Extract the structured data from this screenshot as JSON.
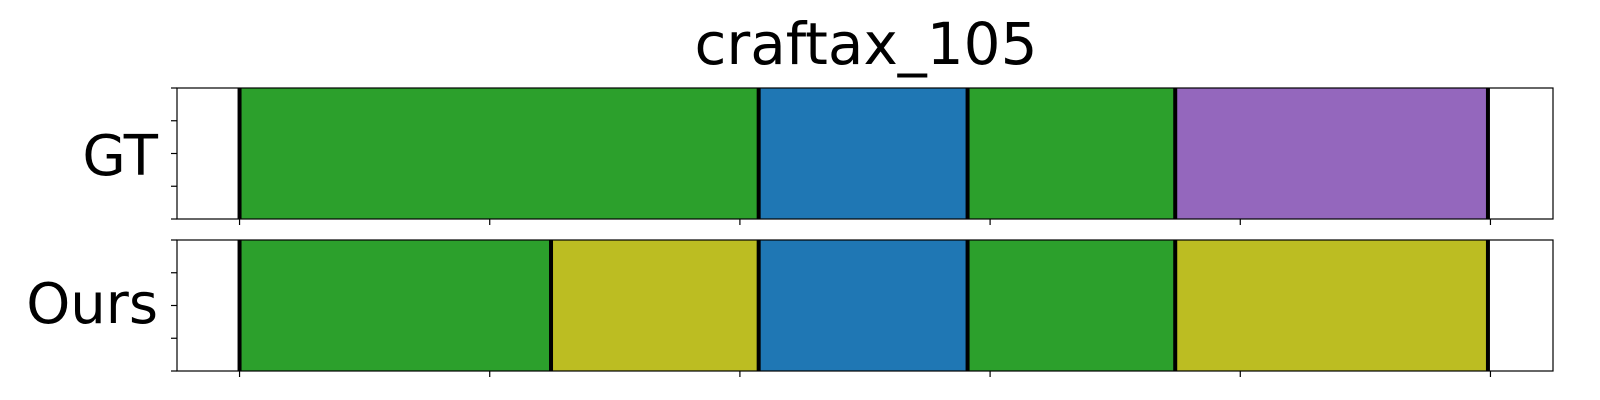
{
  "chart_data": {
    "type": "segmentation-timeline",
    "title": "craftax_105",
    "x_range": [
      0,
      100
    ],
    "rows": [
      {
        "label": "GT",
        "segments": [
          {
            "start": 5,
            "end": 46.5,
            "color": "#2ca02c"
          },
          {
            "start": 46.5,
            "end": 63.2,
            "color": "#1f77b4"
          },
          {
            "start": 63.2,
            "end": 79.8,
            "color": "#2ca02c"
          },
          {
            "start": 79.8,
            "end": 104.8,
            "color": "#9467bd"
          }
        ]
      },
      {
        "label": "Ours",
        "segments": [
          {
            "start": 5,
            "end": 29.9,
            "color": "#2ca02c"
          },
          {
            "start": 29.9,
            "end": 46.5,
            "color": "#bcbd22"
          },
          {
            "start": 46.5,
            "end": 63.2,
            "color": "#1f77b4"
          },
          {
            "start": 63.2,
            "end": 79.8,
            "color": "#2ca02c"
          },
          {
            "start": 79.8,
            "end": 104.8,
            "color": "#bcbd22"
          }
        ]
      }
    ],
    "x_ticks": [
      5,
      25,
      45,
      65,
      85,
      105
    ],
    "boundary_color": "#000000"
  }
}
